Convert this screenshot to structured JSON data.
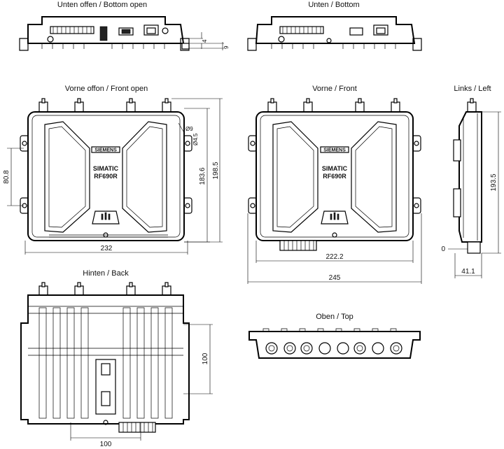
{
  "views": {
    "bottom_open": "Unten offen / Bottom open",
    "bottom": "Unten / Bottom",
    "front_open": "Vorne offon / Front open",
    "front": "Vorne / Front",
    "left": "Links / Left",
    "back": "Hinten / Back",
    "top": "Oben / Top"
  },
  "device": {
    "brand": "SIMATIC",
    "model": "RF690R",
    "logo": "SIEMENS"
  },
  "dimensions": {
    "d_4": "4",
    "d_9": "9",
    "d_phi9": "Ø9",
    "d_phi45": "Ø4.5",
    "d_808": "80.8",
    "d_1836": "183.6",
    "d_1985": "198.5",
    "d_232": "232",
    "d_2222": "222.2",
    "d_245": "245",
    "d_1935": "193.5",
    "d_0": "0",
    "d_411": "41.1",
    "d_100_v": "100",
    "d_100_h": "100"
  }
}
